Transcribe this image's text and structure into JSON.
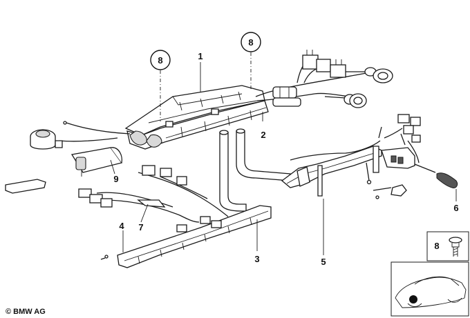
{
  "callouts": {
    "c1": "1",
    "c2": "2",
    "c3": "3",
    "c4": "4",
    "c5": "5",
    "c6": "6",
    "c7": "7",
    "c8a": "8",
    "c8b": "8",
    "c8c": "8",
    "c9": "9"
  },
  "copyright": "© BMW AG"
}
